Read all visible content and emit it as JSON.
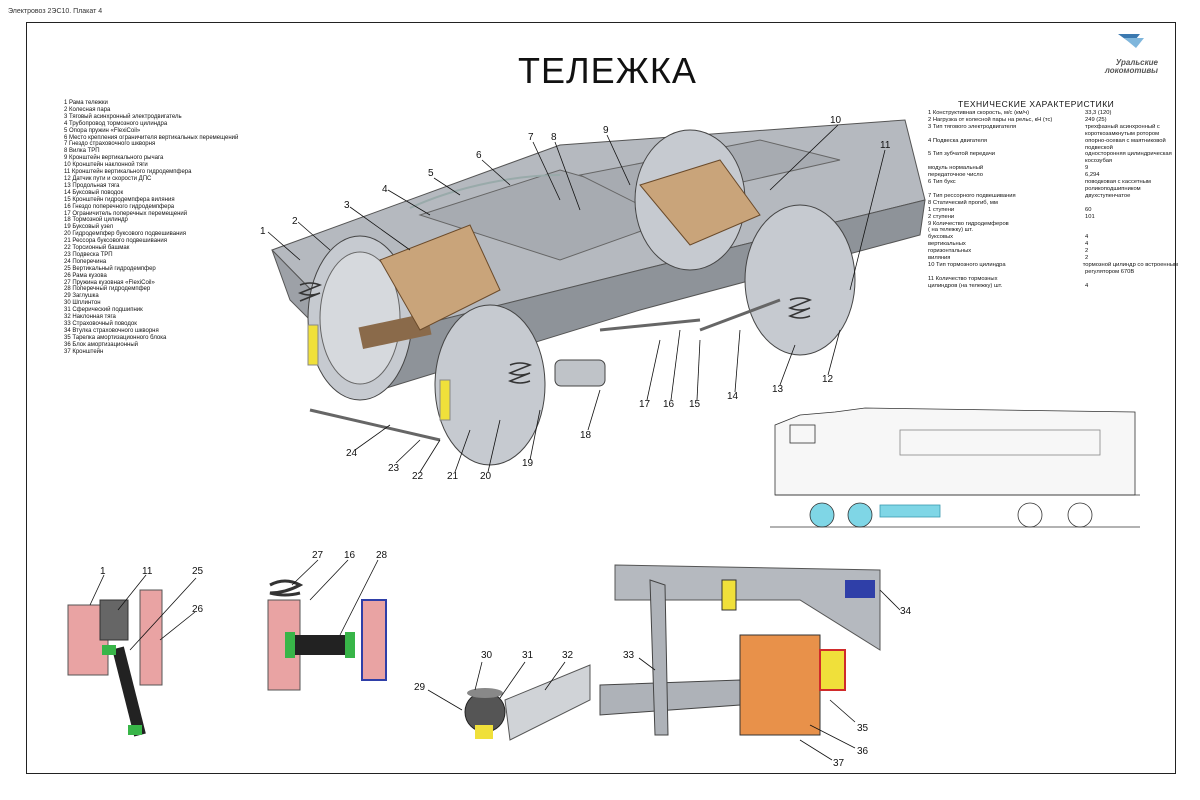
{
  "header": {
    "caption": "Электровоз 2ЭС10. Плакат 4"
  },
  "title": "ТЕЛЕЖКА",
  "logo": {
    "line1": "Уральские",
    "line2": "локомотивы"
  },
  "legend": [
    "1 Рама тележки",
    "2  Колесная пара",
    "3 Тяговый асинхронный электродвигатель",
    "4 Трубопровод тормозного цилиндра",
    "5 Опора пружин «FlexiCoil»",
    "6 Место крепления ограничителя вертикальных перемещений",
    "7 Гнездо страховочного шкворня",
    "8 Вилка ТРП",
    "9 Кронштейн вертикального рычага",
    "10 Кронштейн наклонной тяги",
    "11 Кронштейн вертикального гидродемпфера",
    "12 Датчик пути и скорости ДПС",
    "13 Продольная тяга",
    "14 Буксовый поводок",
    "15 Кронштейн гидродемпфера виляния",
    "16 Гнездо поперечного гидродемпфера",
    "17 Ограничитель поперечных перемещений",
    "18 Тормозной цилиндр",
    "19 Буксовый узел",
    "20 Гидродемпфер буксового подвешивания",
    "21 Рессора буксового подвешивания",
    "22 Торсионный башмак",
    "23 Подвеска ТРП",
    "24 Поперечина",
    "25 Вертикальный гидродемпфер",
    "26 Рама кузова",
    "27 Пружина кузовная «FlexiCoil»",
    "28 Поперечный гидродемпфер",
    "29 Заглушка",
    "30 Шплинтон",
    "31 Сферический подшипник",
    "32 Наклонная тяга",
    "33 Страховочный поводок",
    "34 Втулка страховочного шкворня",
    "35 Тарелка амортизационного блока",
    "36 Блок амортизационный",
    "37 Кронштейн"
  ],
  "specs": {
    "title": "ТЕХНИЧЕСКИЕ  ХАРАКТЕРИСТИКИ",
    "rows": [
      {
        "name": "1 Конструктивная скорость, м/с (км/ч)",
        "value": "33,3 (120)"
      },
      {
        "name": "2 Нагрузка от колесной пары на рельс, кН (тс)",
        "value": "249 (25)"
      },
      {
        "name": "3 Тип тягового электродвигателя",
        "value": "трехфазный асинхронный с"
      },
      {
        "name": "",
        "value": "короткозамкнутым ротором"
      },
      {
        "name": "4 Подвеска двигателя",
        "value": "опорно-осевая с маятниковой"
      },
      {
        "name": "",
        "value": "подвеской"
      },
      {
        "name": "5 Тип зубчатой передачи",
        "value": "односторонняя цилиндрическая"
      },
      {
        "name": "",
        "value": "косозубая"
      },
      {
        "name": "   модуль нормальный",
        "value": "9"
      },
      {
        "name": "   передаточное число",
        "value": "6,294"
      },
      {
        "name": "6 Тип букс",
        "value": "поводковая с кассетным"
      },
      {
        "name": "",
        "value": "роликоподшипником"
      },
      {
        "name": "7 Тип рессорного подвешивания",
        "value": "двухступенчатое"
      },
      {
        "name": "8 Статический прогиб, мм",
        "value": ""
      },
      {
        "name": "      1 ступени",
        "value": "60"
      },
      {
        "name": "      2 ступени",
        "value": "101"
      },
      {
        "name": "9 Количество гидродемферов",
        "value": ""
      },
      {
        "name": "   ( на тележку) шт.",
        "value": ""
      },
      {
        "name": "      буксовых",
        "value": "4"
      },
      {
        "name": "      вертикальных",
        "value": "4"
      },
      {
        "name": "      горизонтальных",
        "value": "2"
      },
      {
        "name": "      виляния",
        "value": "2"
      },
      {
        "name": "10 Тип тормозного цилиндра",
        "value": " тормозной цилиндр со встроенным"
      },
      {
        "name": "",
        "value": " регулятором  670В"
      },
      {
        "name": "",
        "value": ""
      },
      {
        "name": "11 Количество тормозных",
        "value": ""
      },
      {
        "name": "   цилиндров (на тележку) шт.",
        "value": "4"
      }
    ]
  },
  "callouts": {
    "c1": "1",
    "c2": "2",
    "c3": "3",
    "c4": "4",
    "c5": "5",
    "c6": "6",
    "c7": "7",
    "c8": "8",
    "c9": "9",
    "c10": "10",
    "c11": "11",
    "c12": "12",
    "c13": "13",
    "c14": "14",
    "c15": "15",
    "c16": "16",
    "c17": "17",
    "c18": "18",
    "c19": "19",
    "c20": "20",
    "c21": "21",
    "c22": "22",
    "c23": "23",
    "c24": "24",
    "d1": "1",
    "d11": "11",
    "d25": "25",
    "d26": "26",
    "e27": "27",
    "e16": "16",
    "e28": "28",
    "f29": "29",
    "f30": "30",
    "f31": "31",
    "f32": "32",
    "g33": "33",
    "g34": "34",
    "g35": "35",
    "g36": "36",
    "g37": "37"
  },
  "colors": {
    "frame": "#b9bdc2",
    "motor": "#c9a47a",
    "orange": "#e8914a",
    "yellow": "#f0e03a",
    "cyan": "#7fd6e6",
    "blue": "#2f3fa8",
    "skin": "#e9a3a3"
  }
}
